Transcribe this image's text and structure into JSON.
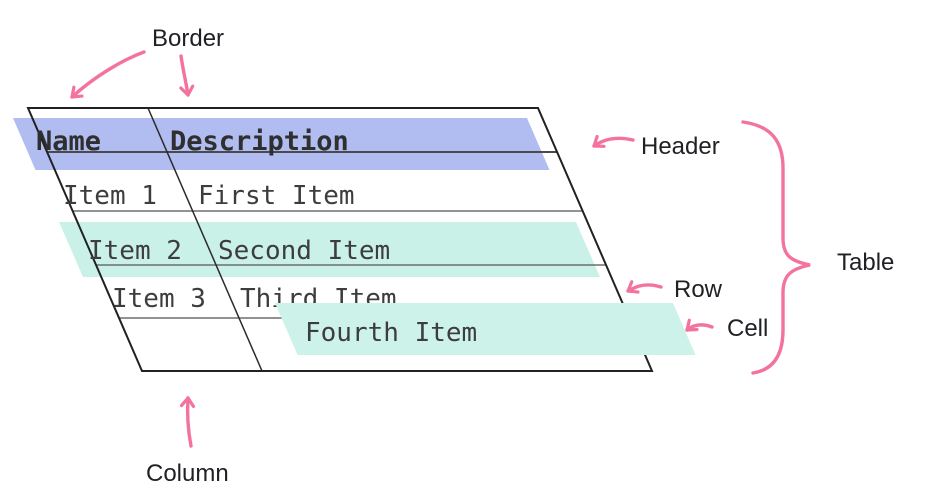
{
  "table": {
    "columns": [
      "Name",
      "Description"
    ],
    "rows": [
      {
        "name": "Item 1",
        "description": "First Item"
      },
      {
        "name": "Item 2",
        "description": "Second Item",
        "highlighted": true
      },
      {
        "name": "Item 3",
        "description": "Third Item"
      },
      {
        "name": "",
        "description": "Fourth Item",
        "cell_highlighted": true
      }
    ]
  },
  "labels": {
    "border": "Border",
    "header": "Header",
    "table": "Table",
    "row": "Row",
    "cell": "Cell",
    "column": "Column"
  },
  "colors": {
    "header_highlight": "#b1bcf1",
    "row_highlight": "#c9f1e7",
    "cell_highlight": "#cdf2ea",
    "annotation_pink": "#f3739d",
    "table_border": "#212121",
    "grid_line": "#6e6e6e",
    "table_text": "#3d3d3d",
    "label_text": "#202124"
  }
}
